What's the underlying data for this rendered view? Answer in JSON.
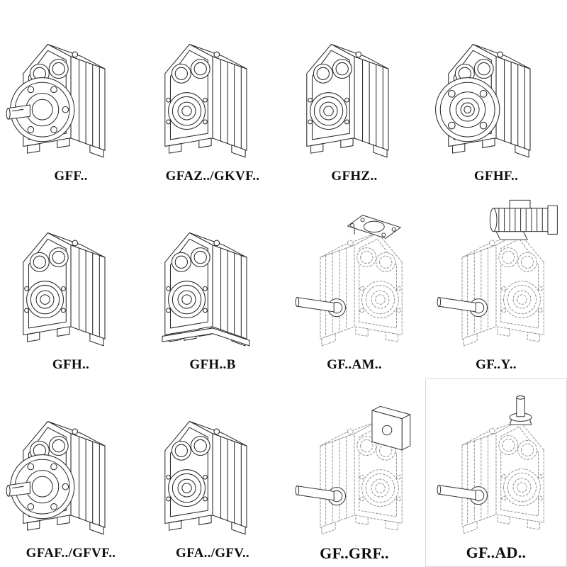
{
  "page": {
    "background_color": "#ffffff",
    "line_color": "#2b2b2b",
    "dashed_line_color": "#8f8f8f",
    "description": "Catalog sheet of parallel-shaft helical gear reducer mounting variants"
  },
  "catalog": {
    "cells": [
      {
        "label": "GFF..",
        "symbol": "#sym-flange6",
        "line_style": "solid",
        "drawing": "flange-mounted-gearbox-with-shaft"
      },
      {
        "label": "GFAZ../GKVF..",
        "symbol": "#sym-plain",
        "line_style": "solid",
        "drawing": "hollow-shaft-gearbox"
      },
      {
        "label": "GFHZ..",
        "symbol": "#sym-plain",
        "line_style": "solid",
        "drawing": "hollow-shaft-gearbox"
      },
      {
        "label": "GFHF..",
        "symbol": "#sym-flange4",
        "line_style": "solid",
        "drawing": "flange-mounted-hollow-shaft-gearbox"
      },
      {
        "label": "GFH..",
        "symbol": "#sym-plain",
        "line_style": "solid",
        "drawing": "hollow-shaft-gearbox"
      },
      {
        "label": "GFH..B",
        "symbol": "#sym-plain-feet",
        "line_style": "solid",
        "drawing": "foot-mounted-hollow-shaft-gearbox"
      },
      {
        "label": "GF..AM..",
        "symbol": "#sym-topflange",
        "line_style": "dashed",
        "drawing": "gearbox-with-iec-motor-adapter-flange"
      },
      {
        "label": "GF..Y..",
        "symbol": "#sym-motor",
        "line_style": "dashed",
        "drawing": "gearbox-with-mounted-motor"
      },
      {
        "label": "GFAF../GFVF..",
        "symbol": "#sym-flange6",
        "line_style": "solid",
        "drawing": "flange-mounted-gearbox-with-shaft"
      },
      {
        "label": "GFA../GFV..",
        "symbol": "#sym-plain",
        "line_style": "solid",
        "drawing": "shaft-mounted-gearbox"
      },
      {
        "label": "GF..GRF..",
        "symbol": "#sym-grf",
        "line_style": "dashed",
        "drawing": "gearbox-with-input-adapter-box"
      },
      {
        "label": "GF..AD..",
        "symbol": "#sym-ad",
        "line_style": "dashed",
        "drawing": "gearbox-with-input-shaft-adapter"
      }
    ]
  }
}
